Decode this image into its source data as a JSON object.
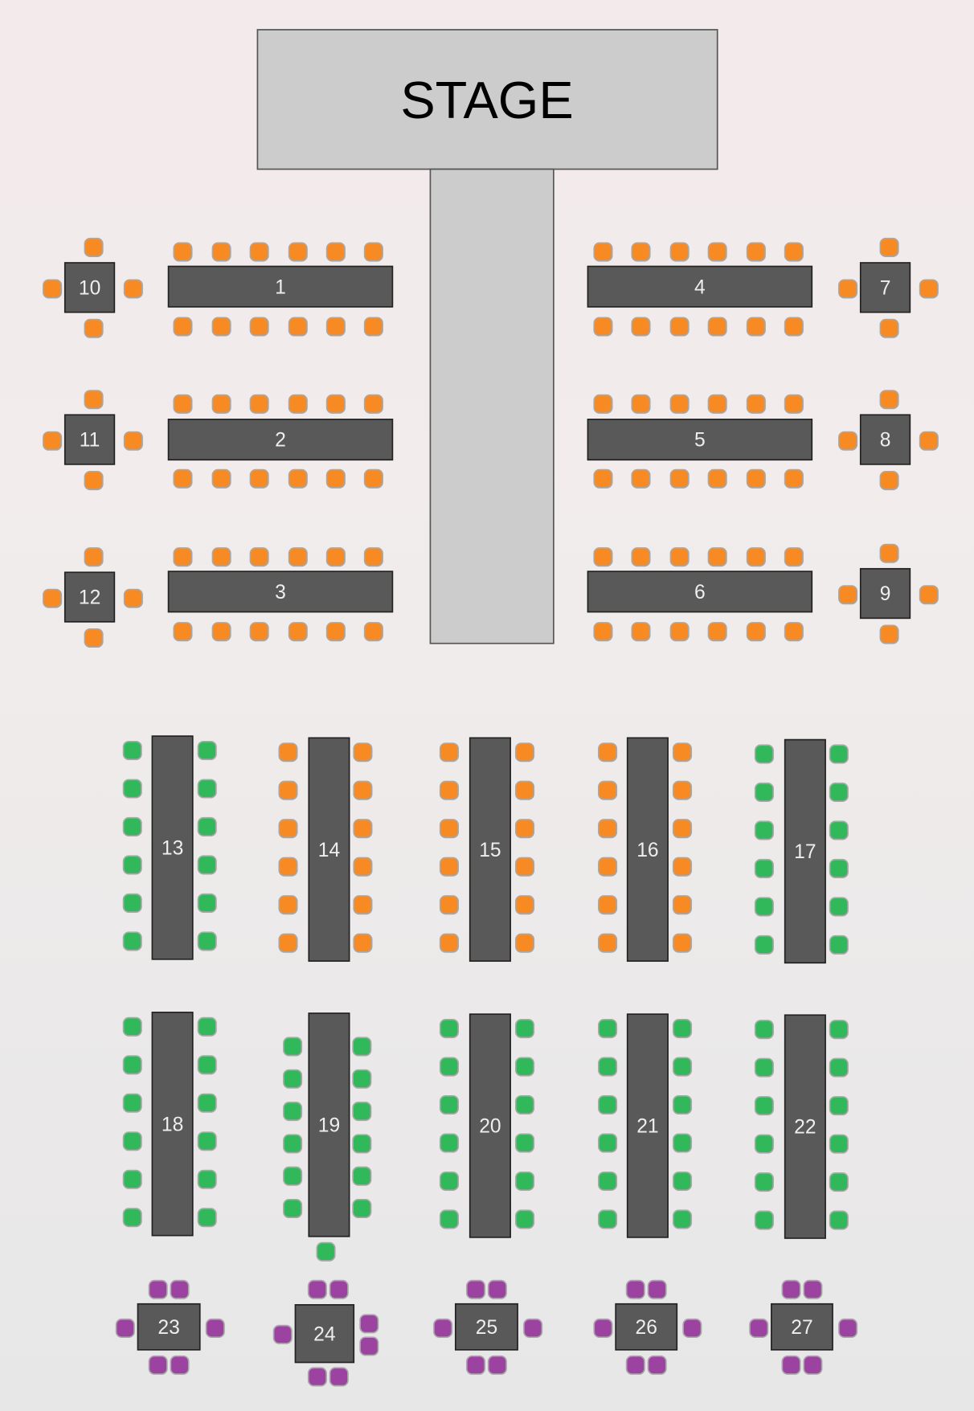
{
  "stage": {
    "label": "STAGE"
  },
  "colors": {
    "orange": "#f78a22",
    "green": "#30b85a",
    "purple": "#9c42a0",
    "table": "#595959",
    "stage": "#cccccc"
  },
  "tables": [
    {
      "label": "1",
      "seat_color": "orange",
      "seats": 12
    },
    {
      "label": "2",
      "seat_color": "orange",
      "seats": 12
    },
    {
      "label": "3",
      "seat_color": "orange",
      "seats": 12
    },
    {
      "label": "4",
      "seat_color": "orange",
      "seats": 12
    },
    {
      "label": "5",
      "seat_color": "orange",
      "seats": 12
    },
    {
      "label": "6",
      "seat_color": "orange",
      "seats": 12
    },
    {
      "label": "7",
      "seat_color": "orange",
      "seats": 4
    },
    {
      "label": "8",
      "seat_color": "orange",
      "seats": 4
    },
    {
      "label": "9",
      "seat_color": "orange",
      "seats": 4
    },
    {
      "label": "10",
      "seat_color": "orange",
      "seats": 4
    },
    {
      "label": "11",
      "seat_color": "orange",
      "seats": 4
    },
    {
      "label": "12",
      "seat_color": "orange",
      "seats": 4
    },
    {
      "label": "13",
      "seat_color": "green",
      "seats": 12
    },
    {
      "label": "14",
      "seat_color": "orange",
      "seats": 12
    },
    {
      "label": "15",
      "seat_color": "orange",
      "seats": 12
    },
    {
      "label": "16",
      "seat_color": "orange",
      "seats": 12
    },
    {
      "label": "17",
      "seat_color": "green",
      "seats": 12
    },
    {
      "label": "18",
      "seat_color": "green",
      "seats": 12
    },
    {
      "label": "19",
      "seat_color": "green",
      "seats": 13
    },
    {
      "label": "20",
      "seat_color": "green",
      "seats": 12
    },
    {
      "label": "21",
      "seat_color": "green",
      "seats": 12
    },
    {
      "label": "22",
      "seat_color": "green",
      "seats": 12
    },
    {
      "label": "23",
      "seat_color": "purple",
      "seats": 6
    },
    {
      "label": "24",
      "seat_color": "purple",
      "seats": 7
    },
    {
      "label": "25",
      "seat_color": "purple",
      "seats": 6
    },
    {
      "label": "26",
      "seat_color": "purple",
      "seats": 6
    },
    {
      "label": "27",
      "seat_color": "purple",
      "seats": 6
    }
  ]
}
